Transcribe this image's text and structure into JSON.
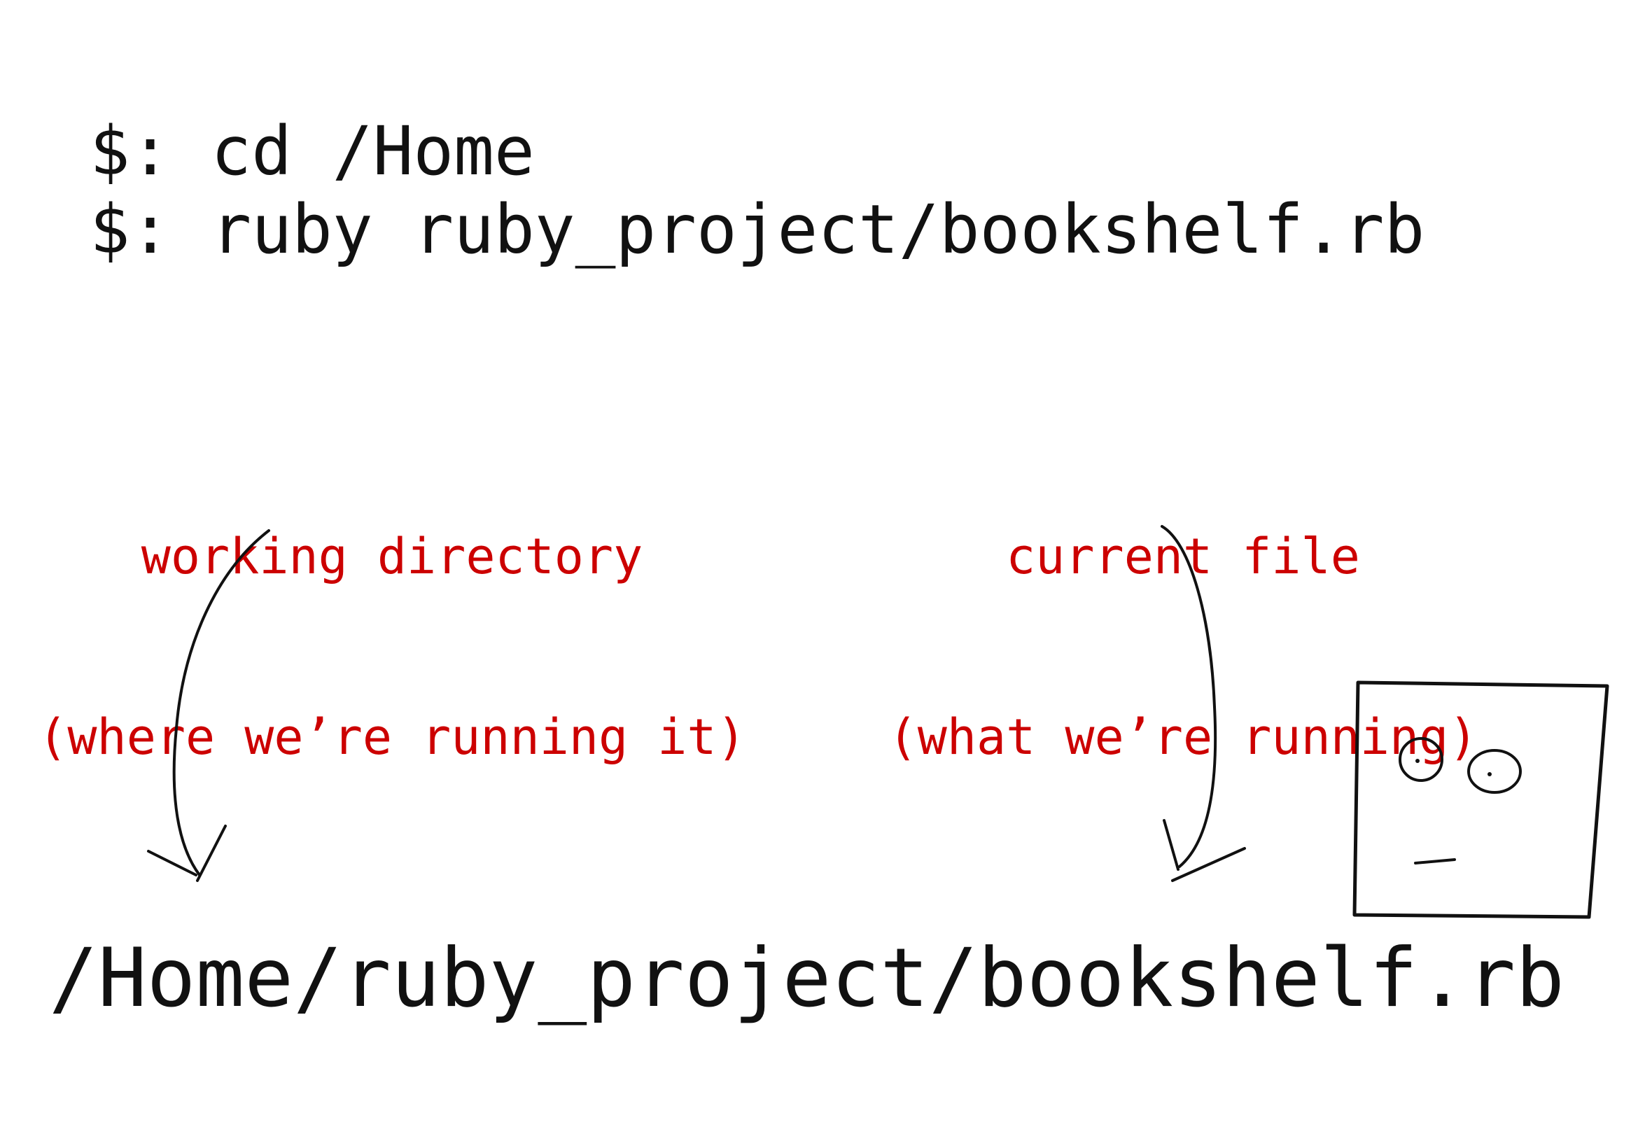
{
  "commands": {
    "line1": "$: cd /Home",
    "line2": "$: ruby ruby_project/bookshelf.rb"
  },
  "labels": {
    "working_directory": {
      "title": "working directory",
      "subtitle": "(where we’re running it)"
    },
    "current_file": {
      "title": "current file",
      "subtitle": "(what we’re running)"
    }
  },
  "full_path": "/Home/ruby_project/bookshelf.rb",
  "colors": {
    "text": "#111111",
    "annotation": "#cc0000",
    "stroke": "#111111"
  },
  "icons": [
    "curved-arrow-icon",
    "curved-arrow-icon",
    "file-face-icon"
  ]
}
